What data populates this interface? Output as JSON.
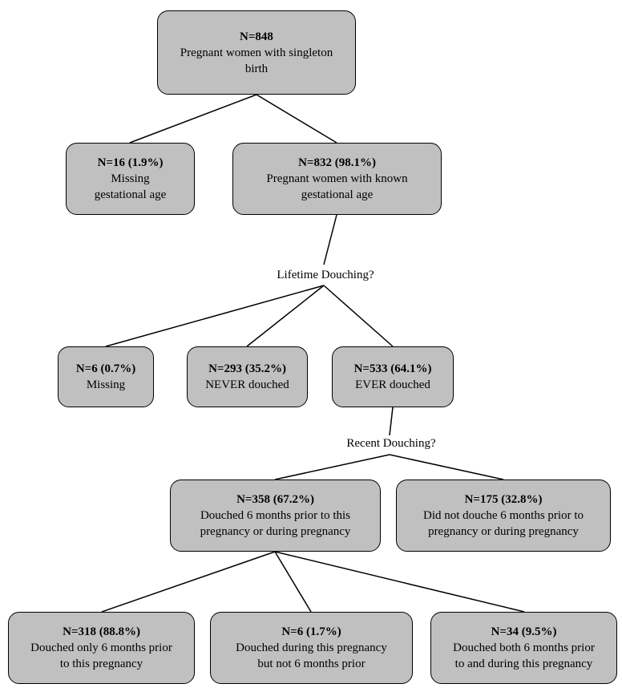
{
  "root": {
    "n": "N=848",
    "lines": [
      "Pregnant women with singleton",
      "birth"
    ]
  },
  "missing_ga": {
    "n": "N=16 (1.9%)",
    "lines": [
      "Missing",
      "gestational age"
    ]
  },
  "known_ga": {
    "n": "N=832 (98.1%)",
    "lines": [
      "Pregnant women with known",
      "gestational age"
    ]
  },
  "q_lifetime": "Lifetime Douching?",
  "lt_missing": {
    "n": "N=6 (0.7%)",
    "lines": [
      "Missing"
    ]
  },
  "lt_never": {
    "n": "N=293 (35.2%)",
    "lines": [
      "NEVER douched"
    ]
  },
  "lt_ever": {
    "n": "N=533 (64.1%)",
    "lines": [
      "EVER douched"
    ]
  },
  "q_recent": "Recent Douching?",
  "rc_yes": {
    "n": "N=358 (67.2%)",
    "lines": [
      "Douched 6 months prior to this",
      "pregnancy or during pregnancy"
    ]
  },
  "rc_no": {
    "n": "N=175 (32.8%)",
    "lines": [
      "Did not douche 6 months prior to",
      "pregnancy or during pregnancy"
    ]
  },
  "leaf_prior": {
    "n": "N=318 (88.8%)",
    "lines": [
      "Douched only 6 months prior",
      "to this pregnancy"
    ]
  },
  "leaf_during": {
    "n": "N=6 (1.7%)",
    "lines": [
      "Douched during this pregnancy",
      "but not 6 months prior"
    ]
  },
  "leaf_both": {
    "n": "N=34 (9.5%)",
    "lines": [
      "Douched both 6 months prior",
      "to and during this pregnancy"
    ]
  }
}
